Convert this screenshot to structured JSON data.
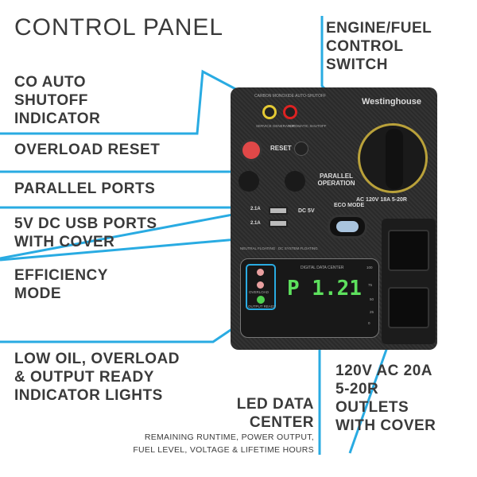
{
  "title": "CONTROL PANEL",
  "callouts": {
    "engine_switch": [
      "ENGINE/FUEL",
      "CONTROL",
      "SWITCH"
    ],
    "co_indicator": [
      "CO AUTO",
      "SHUTOFF",
      "INDICATOR"
    ],
    "overload_reset": [
      "OVERLOAD RESET"
    ],
    "parallel_ports": [
      "PARALLEL PORTS"
    ],
    "usb_ports": [
      "5V DC USB PORTS",
      "WITH COVER"
    ],
    "efficiency": [
      "EFFICIENCY",
      "MODE"
    ],
    "indicator_lights": [
      "LOW OIL, OVERLOAD",
      "& OUTPUT READY",
      "INDICATOR LIGHTS"
    ],
    "led_center": [
      "LED DATA",
      "CENTER"
    ],
    "led_caption": [
      "REMAINING RUNTIME, POWER OUTPUT,",
      "FUEL LEVEL, VOLTAGE & LIFETIME HOURS"
    ],
    "outlets": [
      "120V AC 20A",
      "5-20R",
      "OUTLETS",
      "WITH COVER"
    ]
  },
  "panel": {
    "brand": "Westinghouse",
    "co_header": "CARBON MONOXIDE AUTO-SHUTOFF",
    "service": "SERVICE GENERATOR",
    "auto_shutoff": "AUTOMATIC SHUTOFF",
    "reset": "RESET",
    "parallel": "PARALLEL OPERATION",
    "usb_label": "DC 5V",
    "usb_amps": [
      "2.1A",
      "2.1A"
    ],
    "eco": "ECO MODE",
    "ac_rating": "AC 120V 18A 5-20R",
    "neutral": "NEUTRAL FLOATING",
    "dc_floating": "DC SYSTEM FLOATING",
    "ddc": "DIGITAL DATA CENTER",
    "display": "P 1.21",
    "overload": "OVERLOAD",
    "output_ready": "OUTPUT READY",
    "scale": [
      "100",
      "75",
      "50",
      "25",
      "0"
    ]
  },
  "colors": {
    "accent": "#29abe2",
    "text": "#3a3a3a",
    "led": "#5de05d"
  }
}
